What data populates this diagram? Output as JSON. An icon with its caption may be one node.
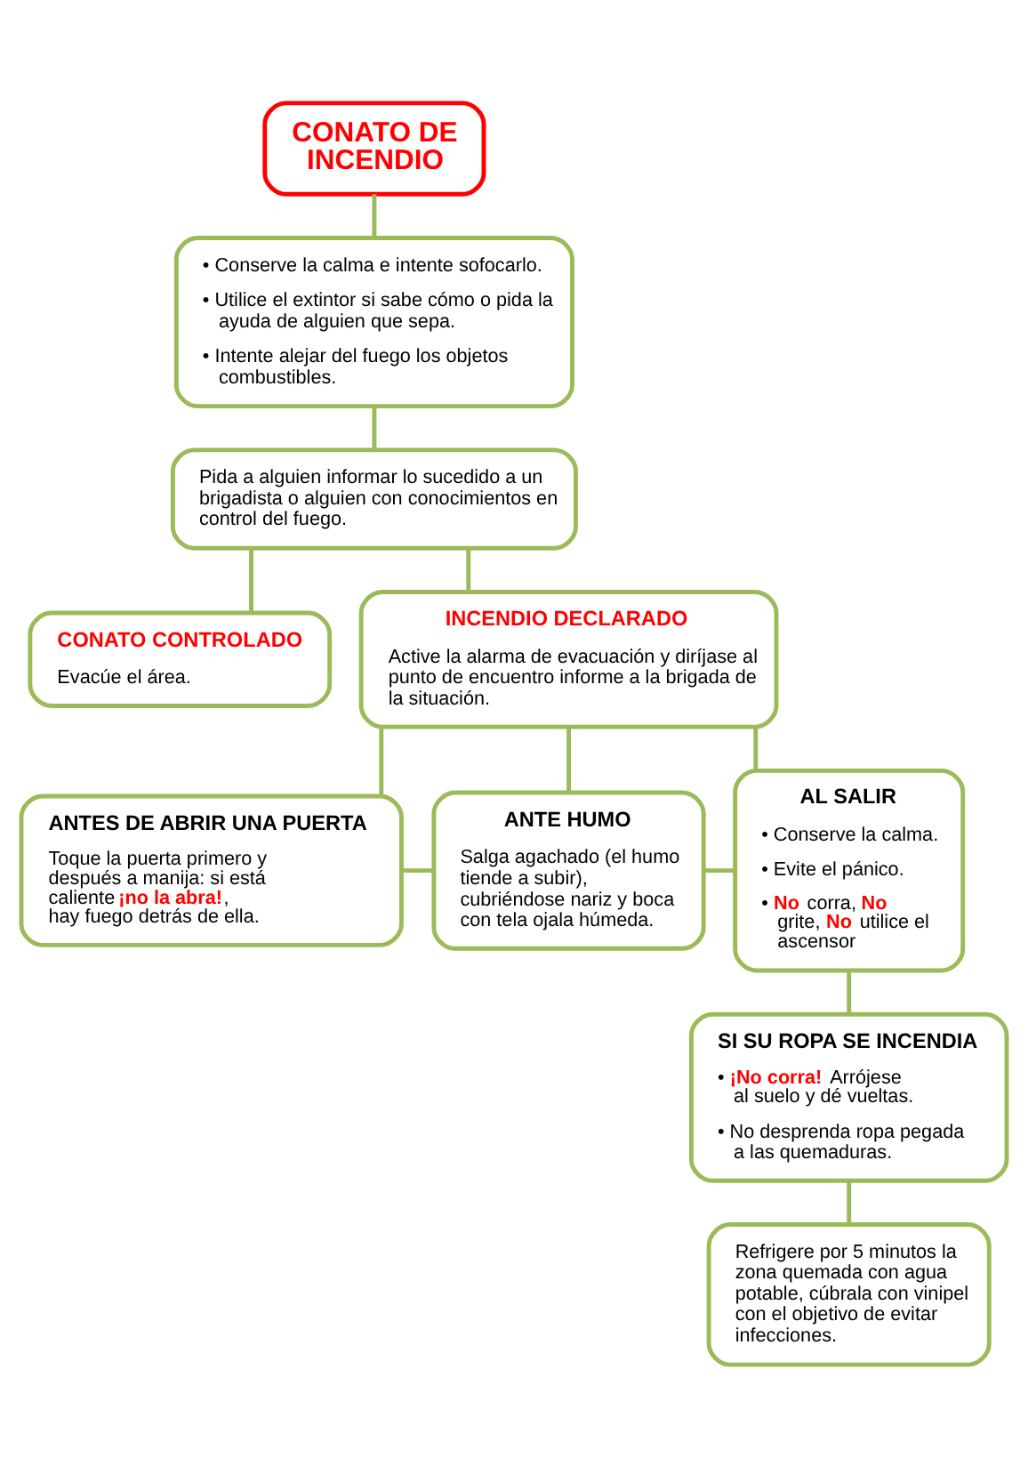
{
  "diagram": {
    "nodes": [
      {
        "text": [
          "CONATO DE INCENDIO"
        ]
      },
      {
        "text": [
          "• Conserve la calma e intente sofocarlo.",
          "• Utilice el extintor si sabe cómo o pida la ayuda de alguien que sepa.",
          "• Intente alejar del fuego los objetos combustibles."
        ]
      },
      {
        "text": [
          "Pida a alguien informar lo sucedido a un brigadista o alguien con conocimientos en control del fuego."
        ]
      },
      {
        "text": [
          "CONATO CONTROLADO",
          "Evacúe el área."
        ]
      },
      {
        "text": [
          "INCENDIO DECLARADO",
          "Active la alarma de evacuación y diríjase al punto de encuentro informe a la brigada de la situación."
        ]
      },
      {
        "text": [
          "ANTES DE ABRIR UNA PUERTA",
          "Toque la puerta primero y después a manija: si está caliente **¡no la abra!**, hay fuego detrás de ella."
        ]
      },
      {
        "text": [
          "ANTE HUMO",
          "Salga agachado (el humo tiende a subir), cubriéndose nariz y boca con tela ojala húmeda."
        ]
      },
      {
        "text": [
          "AL SALIR",
          "• Conserve la calma.",
          "• Evite el pánico.",
          "• **No** corra, **No** grite, **No** utilice el ascensor"
        ]
      },
      {
        "text": [
          "SI SU ROPA SE INCENDIA",
          "• **¡No corra!** Arrójese al suelo y dé vueltas.",
          "• No desprenda ropa pegada a las quemaduras."
        ]
      },
      {
        "text": [
          "Refrigere por 5 minutos la zona quemada con agua potable, cúbrala con vinipel con el objetivo de evitar infecciones."
        ]
      }
    ],
    "edges": [
      {
        "from": 0,
        "to": 1,
        "arrow": "none"
      },
      {
        "from": 1,
        "to": 2,
        "arrow": "none"
      },
      {
        "from": 2,
        "to": 3,
        "arrow": "none"
      },
      {
        "from": 2,
        "to": 4,
        "arrow": "none"
      },
      {
        "from": 4,
        "to": 5,
        "arrow": "none"
      },
      {
        "from": 4,
        "to": 6,
        "arrow": "none"
      },
      {
        "from": 4,
        "to": 7,
        "arrow": "none"
      },
      {
        "from": 5,
        "to": 6,
        "arrow": "none"
      },
      {
        "from": 6,
        "to": 7,
        "arrow": "none"
      },
      {
        "from": 7,
        "to": 8,
        "arrow": "none"
      },
      {
        "from": 8,
        "to": 9,
        "arrow": "none"
      }
    ]
  }
}
